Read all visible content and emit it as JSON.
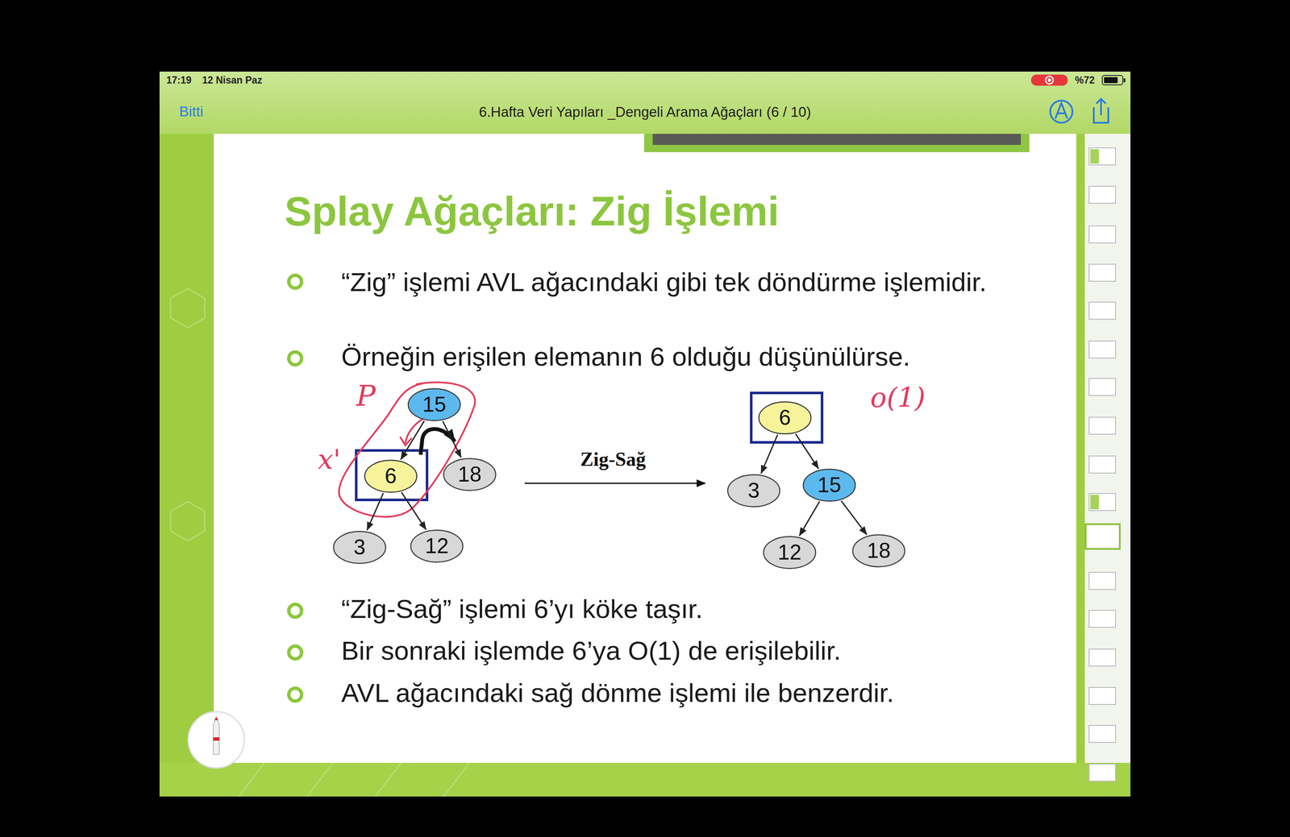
{
  "diagram": {
    "title": "Splay Ağaçları: Zig İşlemi",
    "nodes": [
      {
        "text": [
          "15"
        ]
      },
      {
        "text": [
          "6"
        ]
      },
      {
        "text": [
          "18"
        ]
      },
      {
        "text": [
          "3"
        ]
      },
      {
        "text": [
          "12"
        ]
      },
      {
        "text": [
          "6"
        ]
      },
      {
        "text": [
          "3"
        ]
      },
      {
        "text": [
          "15"
        ]
      },
      {
        "text": [
          "12"
        ]
      },
      {
        "text": [
          "18"
        ]
      }
    ],
    "edges": [
      {
        "from": 0,
        "to": 1,
        "arrow": "to"
      },
      {
        "from": 0,
        "to": 2,
        "arrow": "to"
      },
      {
        "from": 1,
        "to": 3,
        "arrow": "to"
      },
      {
        "from": 1,
        "to": 4,
        "arrow": "to"
      },
      {
        "from": 5,
        "to": 6,
        "arrow": "to"
      },
      {
        "from": 5,
        "to": 7,
        "arrow": "to"
      },
      {
        "from": 7,
        "to": 8,
        "arrow": "to"
      },
      {
        "from": 7,
        "to": 9,
        "arrow": "to"
      }
    ],
    "labels": [
      "17:19",
      "12 Nisan Paz",
      "%72",
      "Bitti",
      "6.Hafta Veri Yapıları _Dengeli Arama Ağaçları (6 / 10)",
      "“Zig” işlemi AVL ağacındaki gibi tek döndürme işlemidir.",
      "Örneğin erişilen elemanın 6 olduğu düşünülürse.",
      "Zig-Sağ",
      "“Zig-Sağ” işlemi 6’yı köke taşır.",
      "Bir sonraki işlemde 6’ya O(1) de erişilebilir.",
      "AVL ağacındaki sağ dönme işlemi ile benzerdir.",
      "P",
      "x'",
      "o(1)"
    ]
  }
}
